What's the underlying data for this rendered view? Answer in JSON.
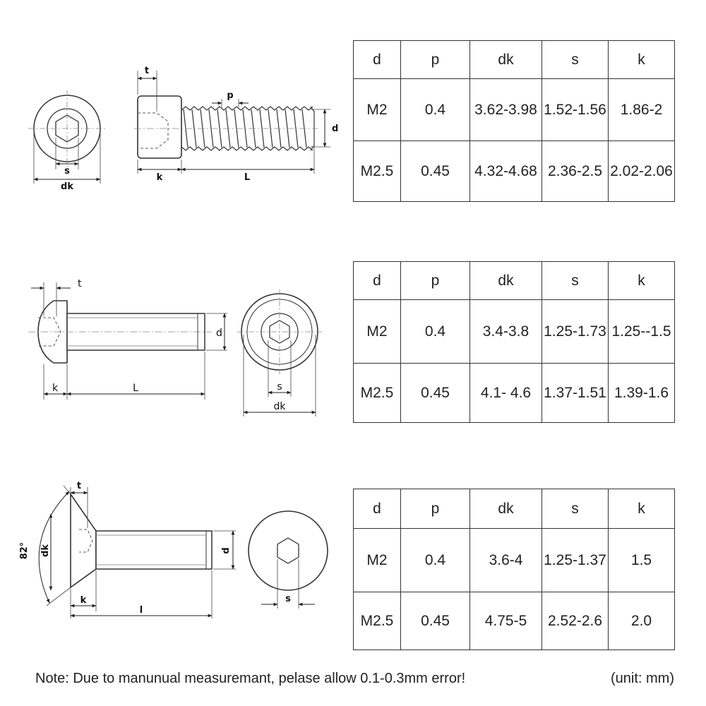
{
  "diagrams": {
    "socket_cap": {
      "label_t": "t",
      "label_p": "p",
      "label_d": "d",
      "label_s": "s",
      "label_dk": "dk",
      "label_k": "k",
      "label_L": "L"
    },
    "button_head": {
      "label_t": "t",
      "label_d": "d",
      "label_k": "k",
      "label_L": "L",
      "label_s": "s",
      "label_dk": "dk"
    },
    "flat_head": {
      "label_t": "t",
      "label_angle": "82°",
      "label_dk": "dk",
      "label_d": "d",
      "label_k": "k",
      "label_l": "l",
      "label_s": "s"
    }
  },
  "tables": [
    {
      "header": [
        "d",
        "p",
        "dk",
        "s",
        "k"
      ],
      "rows": [
        [
          "M2",
          "0.4",
          "3.62-3.98",
          "1.52-1.56",
          "1.86-2"
        ],
        [
          "M2.5",
          "0.45",
          "4.32-4.68",
          "2.36-2.5",
          "2.02-2.06"
        ]
      ]
    },
    {
      "header": [
        "d",
        "p",
        "dk",
        "s",
        "k"
      ],
      "rows": [
        [
          "M2",
          "0.4",
          "3.4-3.8",
          "1.25-1.73",
          "1.25--1.5"
        ],
        [
          "M2.5",
          "0.45",
          "4.1- 4.6",
          "1.37-1.51",
          "1.39-1.6"
        ]
      ]
    },
    {
      "header": [
        "d",
        "p",
        "dk",
        "s",
        "k"
      ],
      "rows": [
        [
          "M2",
          "0.4",
          "3.6-4",
          "1.25-1.37",
          "1.5"
        ],
        [
          "M2.5",
          "0.45",
          "4.75-5",
          "2.52-2.6",
          "2.0"
        ]
      ]
    }
  ],
  "footer": {
    "note": "Note: Due to manunual measuremant, pelase allow 0.1-0.3mm error!",
    "unit": "(unit: mm)"
  }
}
